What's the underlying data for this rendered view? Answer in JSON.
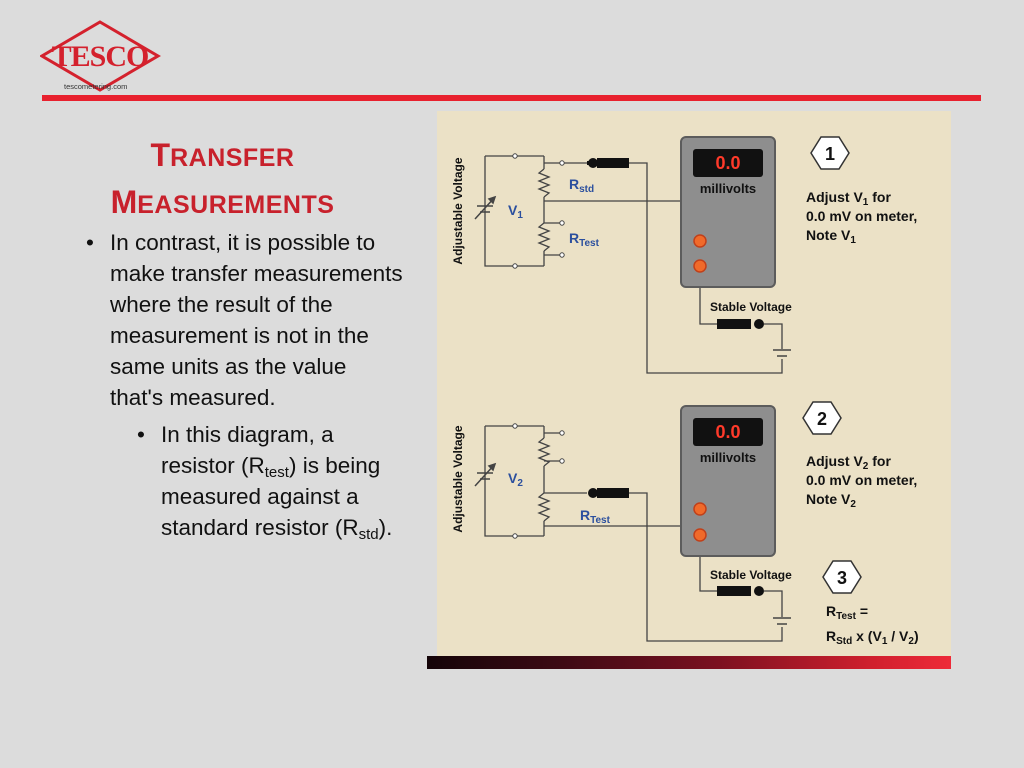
{
  "logo": {
    "icon": "tesco-diamond-logo",
    "brand_text": "TESCO",
    "url_text": "tescometering.com",
    "brand_color": "#d4212d"
  },
  "title": {
    "line1_cap": "T",
    "line1_rest": "RANSFER",
    "line2_cap": "M",
    "line2_rest": "EASUREMENTS",
    "color": "#c8212c"
  },
  "bullet1": {
    "text": "In contrast, it is possible to make transfer measurements where the result of the measurement is not in the same units as the value that's measured."
  },
  "bullet2": {
    "part1": "In this diagram, a resistor (R",
    "sub1": "test",
    "part2": ") is being measured against a standard resistor (R",
    "sub2": "std",
    "part3": ")."
  },
  "diagram": {
    "panel1": {
      "step": "1",
      "side_label": "Adjustable Voltage",
      "v_main": "V",
      "v_sub": "1",
      "r1_main": "R",
      "r1_sub": "std",
      "r2_main": "R",
      "r2_sub": "Test",
      "meter_reading": "0.0",
      "meter_unit": "millivolts",
      "stable_voltage": "Stable Voltage",
      "note_l1": "Adjust V",
      "note_l1_sub": "1",
      "note_l1_end": " for",
      "note_l2": "0.0 mV on meter,",
      "note_l3": "Note V",
      "note_l3_sub": "1"
    },
    "panel2": {
      "step": "2",
      "side_label": "Adjustable Voltage",
      "v_main": "V",
      "v_sub": "2",
      "r_main": "R",
      "r_sub": "Test",
      "meter_reading": "0.0",
      "meter_unit": "millivolts",
      "stable_voltage": "Stable Voltage",
      "note_l1": "Adjust V",
      "note_l1_sub": "2",
      "note_l1_end": " for",
      "note_l2": "0.0 mV on meter,",
      "note_l3": "Note V",
      "note_l3_sub": "2"
    },
    "result": {
      "step": "3",
      "l1_main": "R",
      "l1_sub": "Test",
      "l1_end": " =",
      "l2_main": "R",
      "l2_sub": "Std",
      "l2_mid": " x (V",
      "l2_sub2": "1",
      "l2_mid2": " / V",
      "l2_sub3": "2",
      "l2_end": ")"
    },
    "colors": {
      "background": "#ebe1c6",
      "text_blue": "#2b4f9e",
      "meter_body": "#8e8e8e",
      "display": "#111111",
      "display_text": "#ff3a2a",
      "terminal": "#f06a2a"
    }
  }
}
